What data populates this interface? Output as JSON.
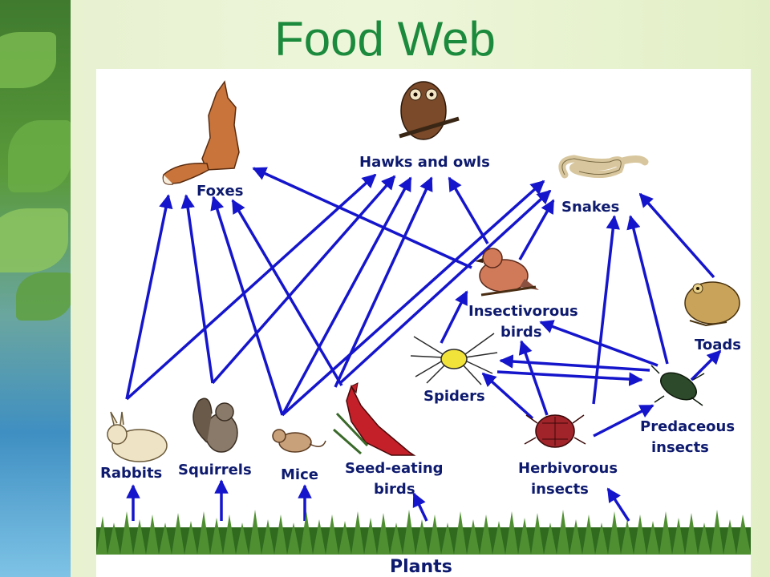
{
  "slide_title": "Food Web",
  "nodes": {
    "foxes": "Foxes",
    "hawks": "Hawks and owls",
    "snakes": "Snakes",
    "insectivorous_1": "Insectivorous",
    "insectivorous_2": "birds",
    "toads": "Toads",
    "spiders": "Spiders",
    "predaceous_1": "Predaceous",
    "predaceous_2": "insects",
    "rabbits": "Rabbits",
    "squirrels": "Squirrels",
    "mice": "Mice",
    "seed_1": "Seed-eating",
    "seed_2": "birds",
    "herbivorous_1": "Herbivorous",
    "herbivorous_2": "insects",
    "plants": "Plants"
  },
  "colors": {
    "title": "#1b8a3c",
    "arrow": "#1515cc",
    "label": "#0d1a6e"
  },
  "icons": [
    "fox-icon",
    "owl-icon",
    "snake-icon",
    "bird-icon",
    "toad-icon",
    "spider-icon",
    "beetle-icon",
    "rabbit-icon",
    "squirrel-icon",
    "mouse-icon",
    "cardinal-icon",
    "grass-icon"
  ]
}
